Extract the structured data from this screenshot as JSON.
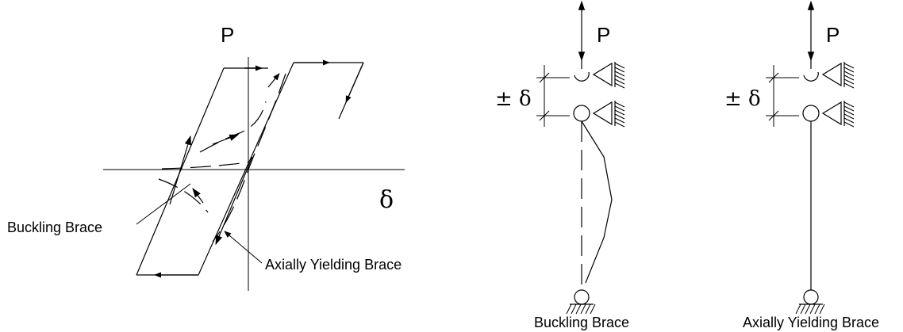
{
  "hysteresis": {
    "p_axis_label": "P",
    "delta_axis_label": "δ",
    "buckling_brace_callout": "Buckling Brace",
    "yielding_brace_callout": "Axially Yielding Brace"
  },
  "buckling_column": {
    "load_label": "P",
    "displacement_label": "± δ",
    "caption": "Buckling Brace"
  },
  "yielding_column": {
    "load_label": "P",
    "displacement_label": "± δ",
    "caption": "Axially Yielding Brace"
  }
}
